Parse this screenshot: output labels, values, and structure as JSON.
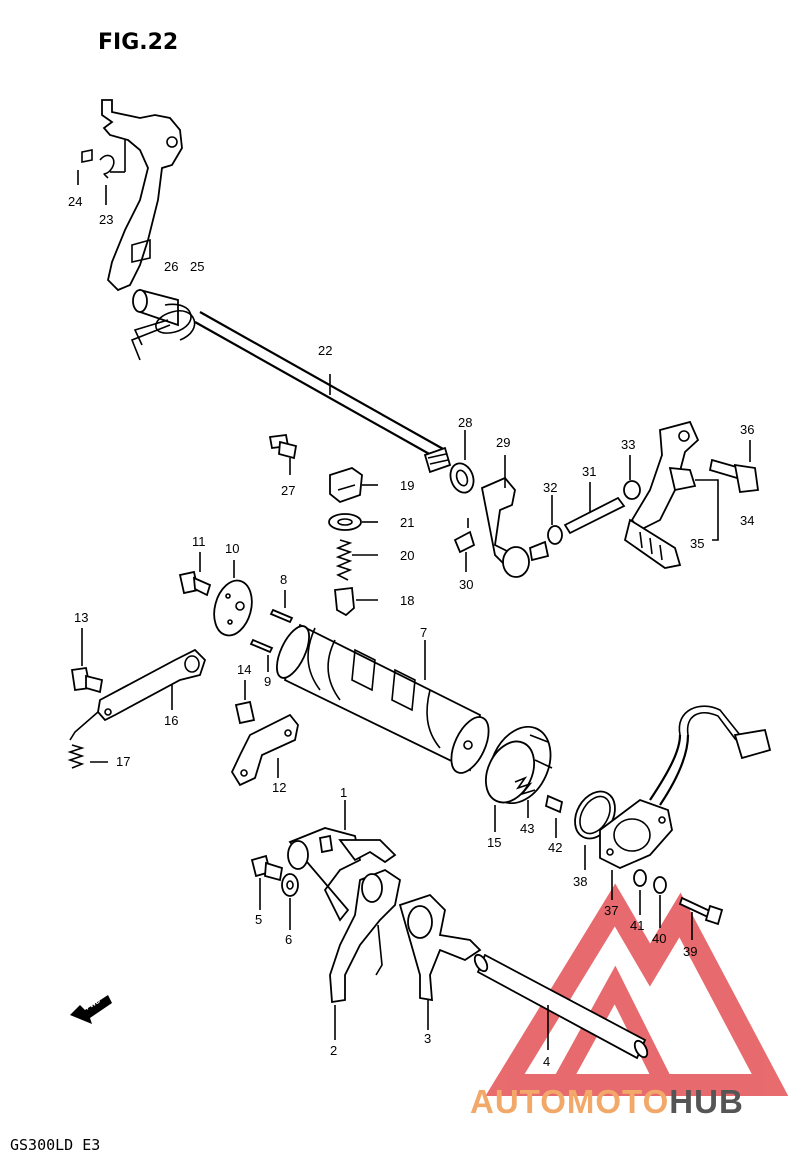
{
  "figure": {
    "title": "FIG.22",
    "model_code": "GS300LD E3"
  },
  "watermark": {
    "brand_part1": "AUTOMOTO",
    "brand_part2": "HUB",
    "color_orange": "#f2a869",
    "color_gray": "#555555",
    "color_red": "#e0393e"
  },
  "direction_marker": "FWD",
  "callouts": [
    "1",
    "2",
    "3",
    "4",
    "5",
    "6",
    "7",
    "8",
    "9",
    "10",
    "11",
    "12",
    "13",
    "14",
    "15",
    "16",
    "17",
    "18",
    "19",
    "20",
    "21",
    "22",
    "23",
    "24",
    "25",
    "26",
    "27",
    "28",
    "29",
    "30",
    "31",
    "32",
    "33",
    "34",
    "35",
    "36",
    "37",
    "38",
    "39",
    "40",
    "41",
    "42",
    "43"
  ]
}
